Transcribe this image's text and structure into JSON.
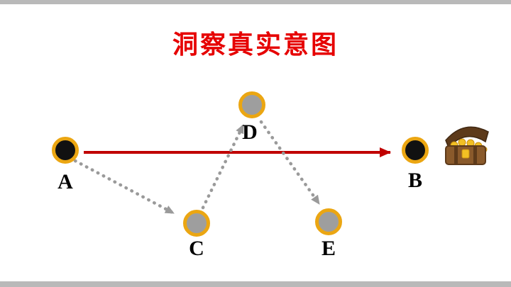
{
  "title": "洞察真实意图",
  "nodes": [
    {
      "id": "A",
      "label": "A",
      "fill": "black"
    },
    {
      "id": "B",
      "label": "B",
      "fill": "black"
    },
    {
      "id": "C",
      "label": "C",
      "fill": "gray"
    },
    {
      "id": "D",
      "label": "D",
      "fill": "gray"
    },
    {
      "id": "E",
      "label": "E",
      "fill": "gray"
    }
  ],
  "edges": [
    {
      "from": "A",
      "to": "B",
      "style": "solid",
      "color_key": "arrow-red"
    },
    {
      "from": "A",
      "to": "C",
      "style": "dotted",
      "color_key": "edge-gray"
    },
    {
      "from": "C",
      "to": "D",
      "style": "dotted",
      "color_key": "edge-gray"
    },
    {
      "from": "D",
      "to": "E",
      "style": "dotted",
      "color_key": "edge-gray"
    }
  ],
  "icons": {
    "treasure_chest": "treasure-chest-icon"
  },
  "colors": {
    "title-red": "#e60000",
    "arrow-red": "#c00000",
    "ring-gold": "#eba612",
    "node-black": "#111111",
    "node-gray": "#9e9e9e",
    "edge-gray": "#9a9a9a"
  }
}
